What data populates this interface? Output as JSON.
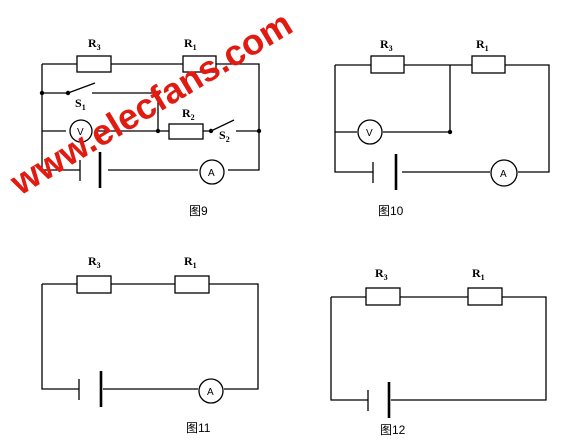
{
  "labels": {
    "R3": "R",
    "R3_sub": "3",
    "R1": "R",
    "R1_sub": "1",
    "R2": "R",
    "R2_sub": "2",
    "S1": "S",
    "S1_sub": "1",
    "S2": "S",
    "S2_sub": "2",
    "voltmeter": "V",
    "ammeter": "A"
  },
  "captions": {
    "fig9": "图9",
    "fig10": "图10",
    "fig11": "图11",
    "fig12": "图12"
  },
  "watermark": "www.elecfans.com",
  "colors": {
    "watermark": "#e11b12",
    "wire": "#000000"
  }
}
